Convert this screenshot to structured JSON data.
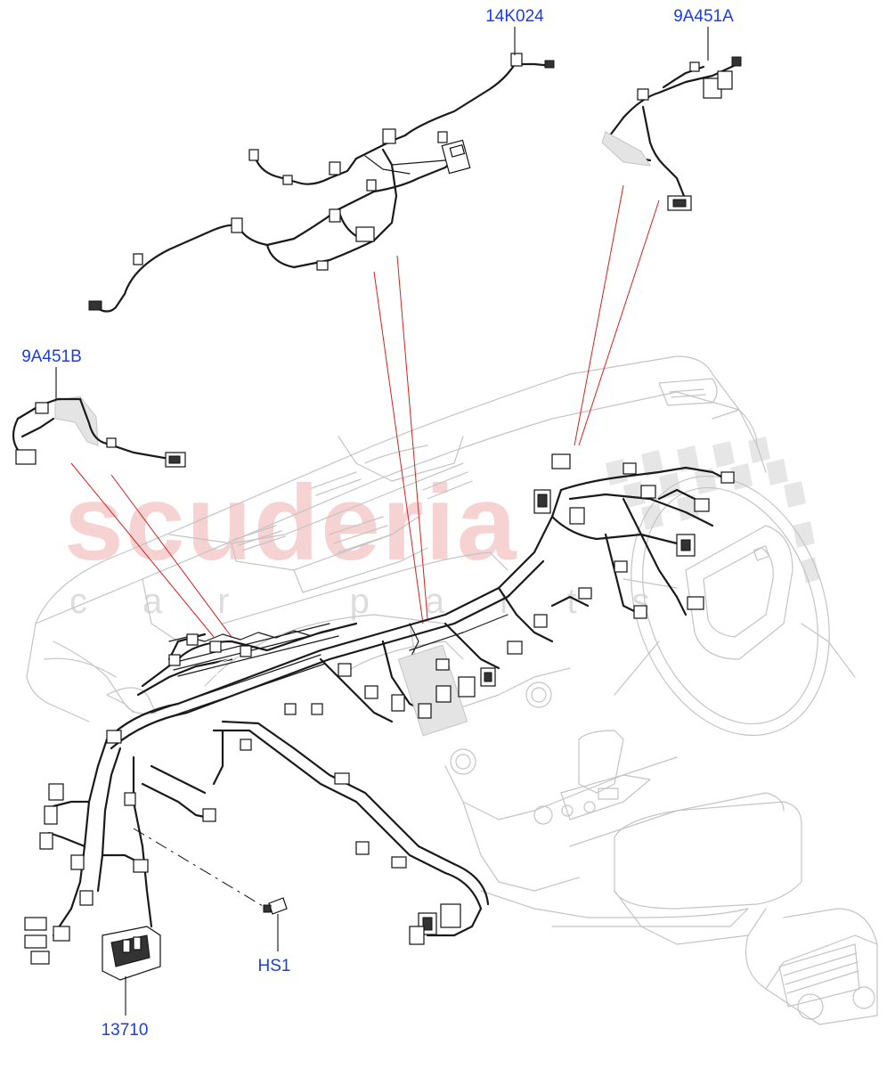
{
  "watermark": {
    "brand": "scuderia",
    "tagline": "car parts",
    "color": "#f4c4c4"
  },
  "callouts": [
    {
      "id": "14K024",
      "label": "14K024"
    },
    {
      "id": "9A451A",
      "label": "9A451A"
    },
    {
      "id": "9A451B",
      "label": "9A451B"
    },
    {
      "id": "HS1",
      "label": "HS1"
    },
    {
      "id": "13710",
      "label": "13710"
    }
  ],
  "colors": {
    "callout_text": "#1c3ede",
    "reference_lines": "#d42020",
    "ghost_outline": "#c4c4c4",
    "wiring": "#1a1a1a"
  }
}
